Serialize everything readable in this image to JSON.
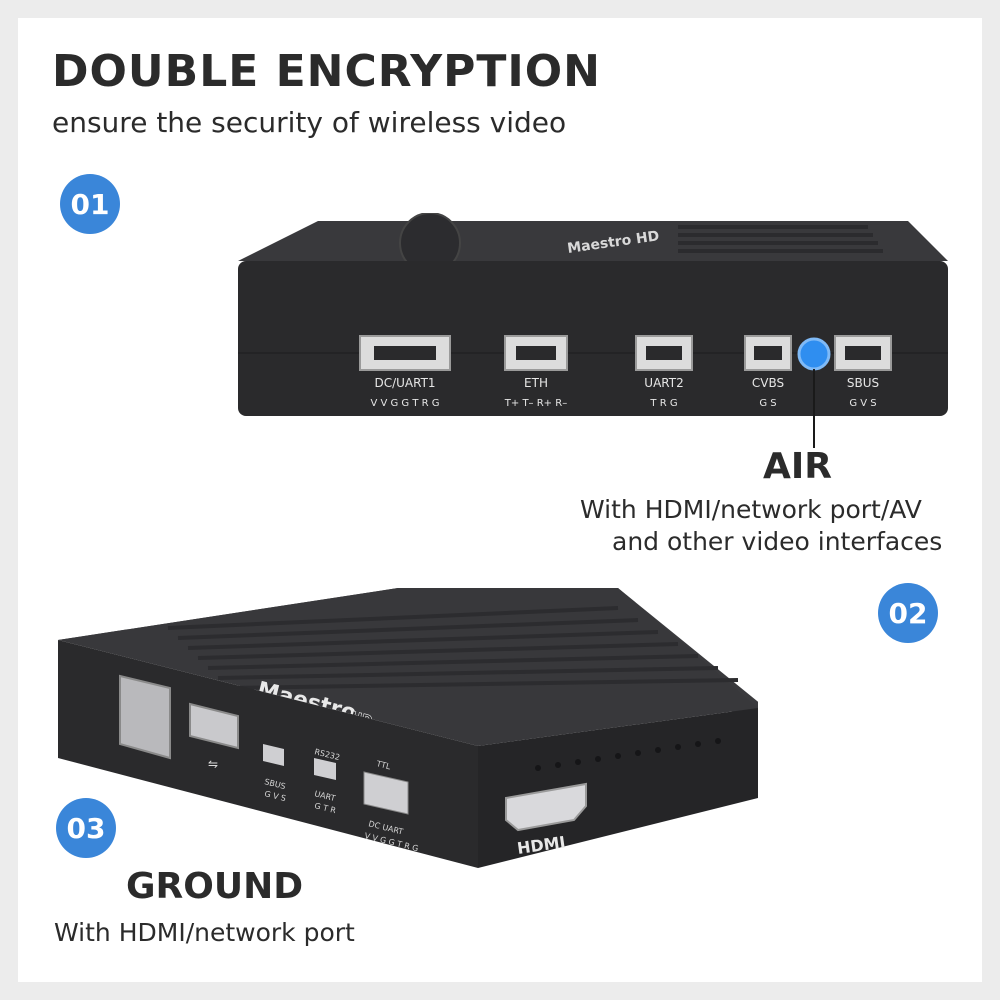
{
  "header": {
    "title": "DOUBLE ENCRYPTION",
    "subtitle": "ensure the security of wireless video"
  },
  "badges": {
    "one": "01",
    "two": "02",
    "three": "03"
  },
  "air": {
    "heading": "AIR",
    "desc_line1": "With HDMI/network port/AV",
    "desc_line2": "and other video interfaces",
    "brand": "Maestro HD",
    "ports": [
      {
        "label": "DC/UART1",
        "pins": "V V G G T R G"
      },
      {
        "label": "ETH",
        "pins": "T+ T– R+ R–"
      },
      {
        "label": "UART2",
        "pins": "T R G"
      },
      {
        "label": "CVBS",
        "pins": "G S"
      },
      {
        "label": "SBUS",
        "pins": "G V S"
      }
    ]
  },
  "ground": {
    "heading": "GROUND",
    "desc": "With HDMI/network port",
    "brand": "Maestro",
    "brand_suffix": "HD",
    "labels": {
      "sbus": "SBUS",
      "sbus_pins": "G V S",
      "rs232": "RS232",
      "uart": "UART",
      "uart_pins": "G T R",
      "ttl": "TTL",
      "dc_uart": "DC UART",
      "dc_uart_pins": "V V G G T R G",
      "hdmi": "HDMI"
    }
  },
  "colors": {
    "accent": "#3a86d9",
    "indicator": "#2f8ef0",
    "device": "#2a2a2c",
    "text": "#2b2b2b"
  }
}
